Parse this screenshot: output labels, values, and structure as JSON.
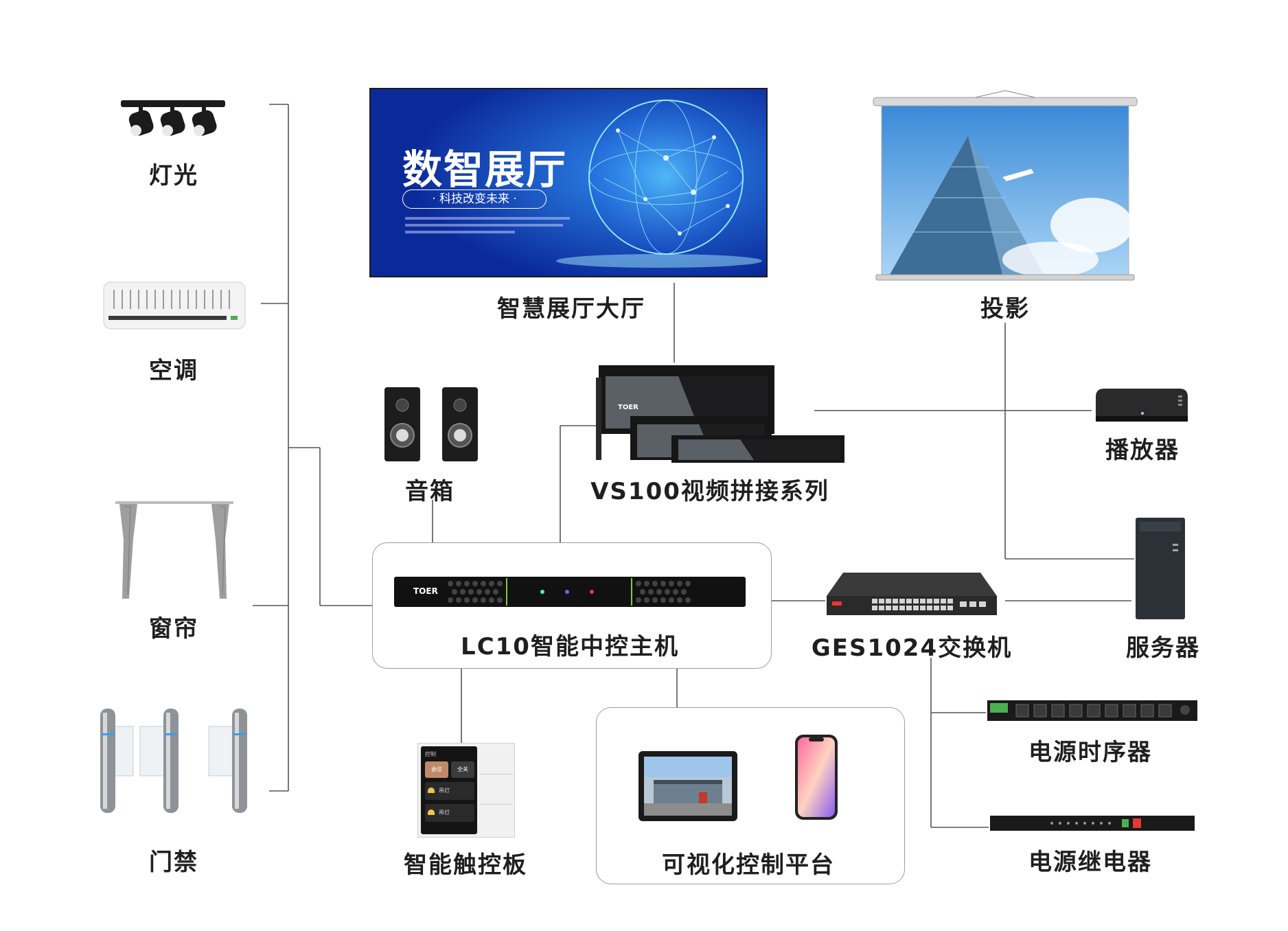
{
  "left_devices": {
    "lighting": "灯光",
    "ac": "空调",
    "curtain": "窗帘",
    "access": "门禁"
  },
  "top": {
    "hall_screen": {
      "label": "智慧展厅大厅",
      "banner_title": "数智展厅",
      "banner_subtitle": "· 科技改变未来 ·"
    },
    "projection": "投影"
  },
  "middle": {
    "speaker": "音箱",
    "video_wall": "VS100视频拼接系列",
    "player": "播放器",
    "host": "LC10智能中控主机",
    "switch": "GES1024交换机",
    "server": "服务器",
    "brand": "TOER"
  },
  "bottom": {
    "touch_panel": "智能触控板",
    "platform": "可视化控制平台",
    "sequencer": "电源时序器",
    "relay": "电源继电器"
  },
  "panel_ui": {
    "header": "控制",
    "scene1": "会议",
    "scene2": "全关",
    "item1": "吊灯",
    "item2": "吊灯"
  },
  "colors": {
    "wire": "#555555",
    "box_border": "#9c9c9c",
    "screen_blue": "#1a49c8",
    "device_dark": "#1c1c1c"
  }
}
